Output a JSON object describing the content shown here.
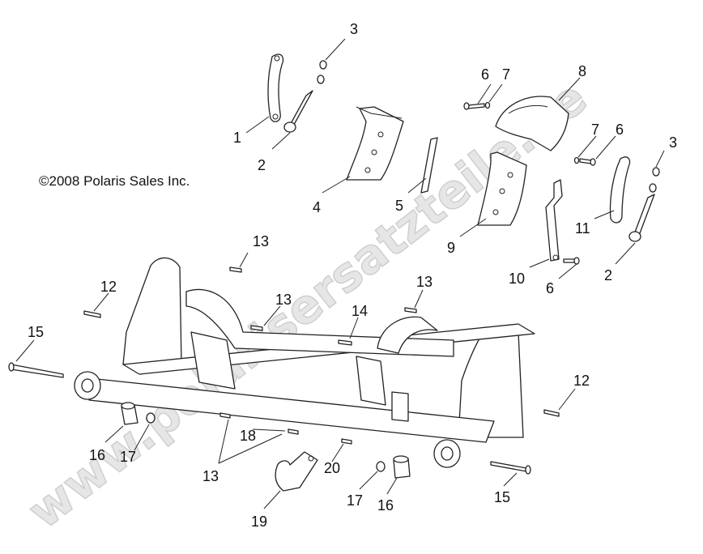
{
  "copyright": "©2008 Polaris Sales Inc.",
  "watermark": "www.polarisersatzteile.de",
  "callouts": {
    "c1": "1",
    "c2a": "2",
    "c2b": "2",
    "c3a": "3",
    "c3b": "3",
    "c4": "4",
    "c5": "5",
    "c6a": "6",
    "c6b": "6",
    "c6c": "6",
    "c7a": "7",
    "c7b": "7",
    "c8": "8",
    "c9": "9",
    "c10": "10",
    "c11": "11",
    "c12a": "12",
    "c12b": "12",
    "c13a": "13",
    "c13b": "13",
    "c13c": "13",
    "c13d": "13",
    "c14": "14",
    "c15a": "15",
    "c15b": "15",
    "c16a": "16",
    "c16b": "16",
    "c17a": "17",
    "c17b": "17",
    "c18": "18",
    "c19": "19",
    "c20": "20"
  }
}
